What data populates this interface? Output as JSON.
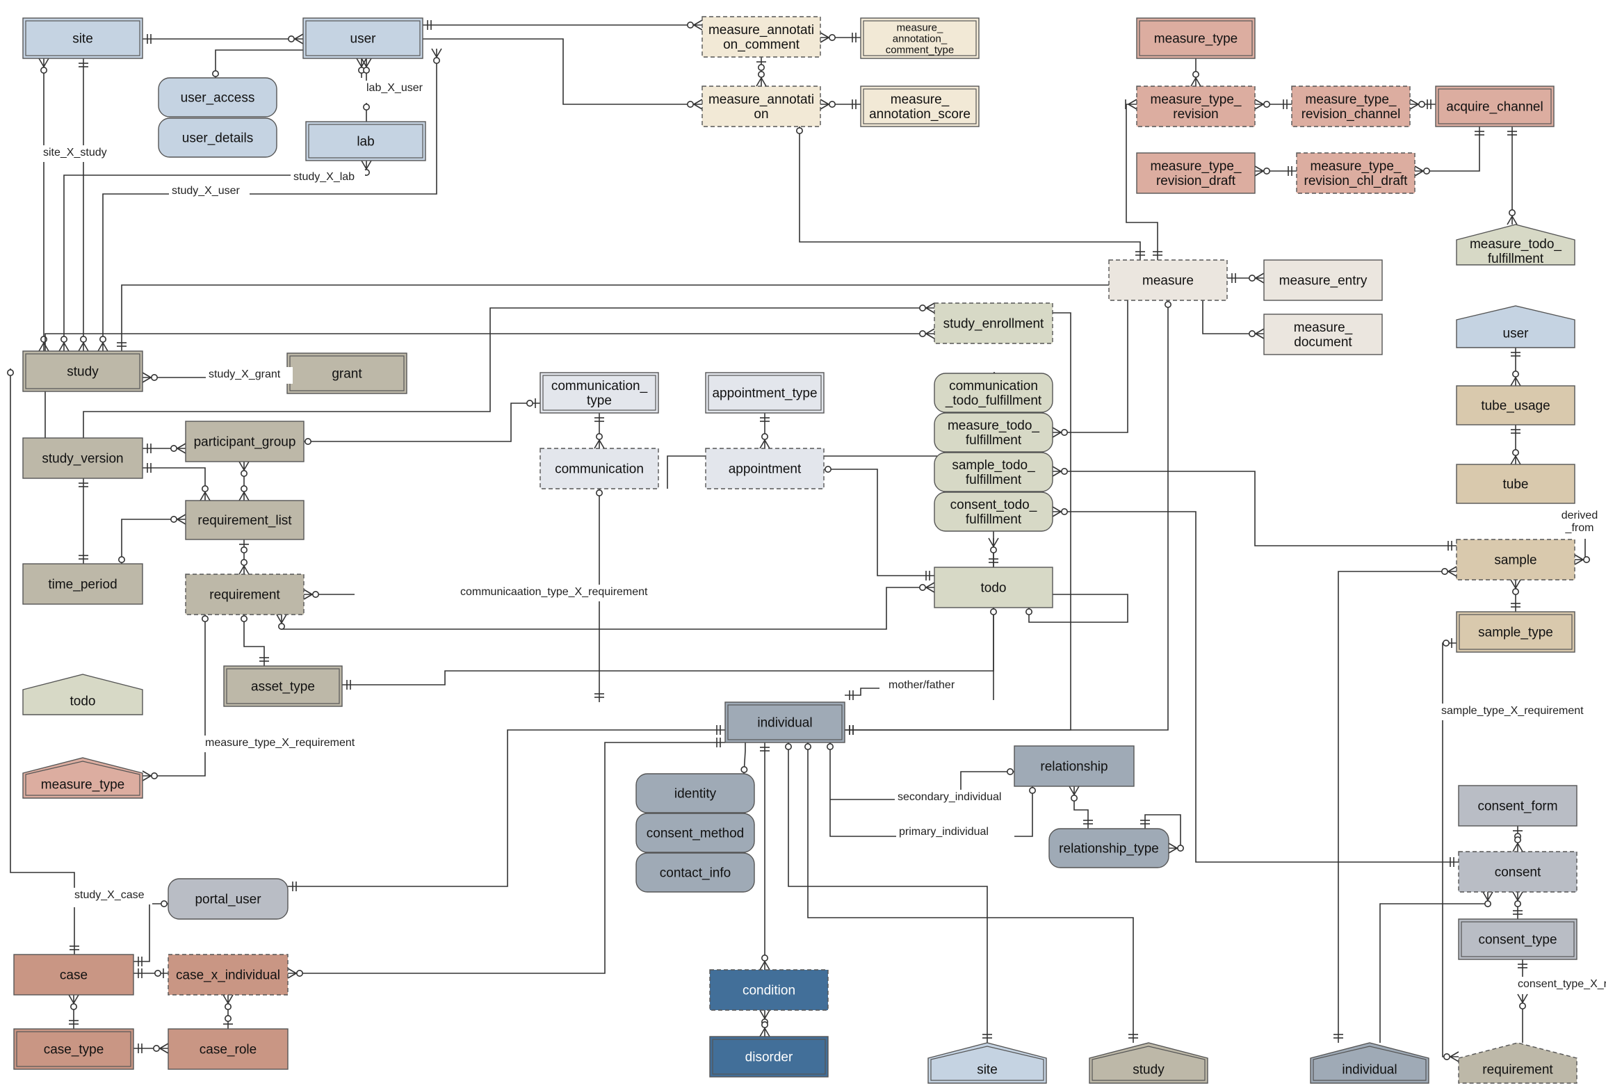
{
  "palette": {
    "site_user": "#c5d3e2",
    "study": "#bdb8a8",
    "ann": "#f2e9d6",
    "mtype": "#dcada0",
    "measure": "#ebe6df",
    "todo": "#d7d9c6",
    "comm": "#e3e6ec",
    "tube": "#d9c9ad",
    "indiv": "#9faab6",
    "consent": "#b9bdc5",
    "case": "#c99684",
    "cond": "#426f99",
    "line": "#333333"
  },
  "entities": [
    {
      "id": "site",
      "lines": [
        "site"
      ],
      "fill": "site_user",
      "style": "double"
    },
    {
      "id": "user",
      "lines": [
        "user"
      ],
      "fill": "site_user",
      "style": "double"
    },
    {
      "id": "user_access",
      "lines": [
        "user_access"
      ],
      "fill": "site_user",
      "style": "rounded"
    },
    {
      "id": "user_details",
      "lines": [
        "user_details"
      ],
      "fill": "site_user",
      "style": "rounded"
    },
    {
      "id": "lab",
      "lines": [
        "lab"
      ],
      "fill": "site_user",
      "style": "double"
    },
    {
      "id": "measure_annotation_comment",
      "lines": [
        "measure_annotati",
        "on_comment"
      ],
      "fill": "ann",
      "style": "dashed"
    },
    {
      "id": "measure_annotation_comment_type",
      "lines": [
        "measure_",
        "annotation_",
        "comment_type"
      ],
      "fill": "ann",
      "style": "double",
      "small": true
    },
    {
      "id": "measure_annotation",
      "lines": [
        "measure_annotati",
        "on"
      ],
      "fill": "ann",
      "style": "dashed"
    },
    {
      "id": "measure_annotation_score",
      "lines": [
        "measure_",
        "annotation_score"
      ],
      "fill": "ann",
      "style": "double"
    },
    {
      "id": "measure_type_top",
      "lines": [
        "measure_type"
      ],
      "fill": "mtype",
      "style": "double"
    },
    {
      "id": "measure_type_revision",
      "lines": [
        "measure_type_",
        "revision"
      ],
      "fill": "mtype",
      "style": "dashed"
    },
    {
      "id": "measure_type_revision_channel",
      "lines": [
        "measure_type_",
        "revision_channel"
      ],
      "fill": "mtype",
      "style": "dashed"
    },
    {
      "id": "acquire_channel",
      "lines": [
        "acquire_channel"
      ],
      "fill": "mtype",
      "style": "double"
    },
    {
      "id": "measure_type_revision_draft",
      "lines": [
        "measure_type_",
        "revision_draft"
      ],
      "fill": "mtype",
      "style": "plain"
    },
    {
      "id": "measure_type_revision_chl_draft",
      "lines": [
        "measure_type_",
        "revision_chl_draft"
      ],
      "fill": "mtype",
      "style": "dashed"
    },
    {
      "id": "measure_todo_fulfillment_ref",
      "lines": [
        "measure_todo_",
        "fulfillment"
      ],
      "fill": "todo",
      "style": "ref_up"
    },
    {
      "id": "measure",
      "lines": [
        "measure"
      ],
      "fill": "measure",
      "style": "dashed"
    },
    {
      "id": "measure_entry",
      "lines": [
        "measure_entry"
      ],
      "fill": "measure",
      "style": "plain"
    },
    {
      "id": "measure_document",
      "lines": [
        "measure_",
        "document"
      ],
      "fill": "measure",
      "style": "plain"
    },
    {
      "id": "user_ref",
      "lines": [
        "user"
      ],
      "fill": "site_user",
      "style": "ref_down"
    },
    {
      "id": "tube_usage",
      "lines": [
        "tube_usage"
      ],
      "fill": "tube",
      "style": "plain"
    },
    {
      "id": "tube",
      "lines": [
        "tube"
      ],
      "fill": "tube",
      "style": "plain"
    },
    {
      "id": "sample",
      "lines": [
        "sample"
      ],
      "fill": "tube",
      "style": "dashed"
    },
    {
      "id": "sample_type",
      "lines": [
        "sample_type"
      ],
      "fill": "tube",
      "style": "double"
    },
    {
      "id": "study",
      "lines": [
        "study"
      ],
      "fill": "study",
      "style": "double"
    },
    {
      "id": "grant",
      "lines": [
        "grant"
      ],
      "fill": "study",
      "style": "double"
    },
    {
      "id": "study_enrollment",
      "lines": [
        "study_enrollment"
      ],
      "fill": "todo",
      "style": "dashed"
    },
    {
      "id": "communication_type",
      "lines": [
        "communication_",
        "type"
      ],
      "fill": "comm",
      "style": "double"
    },
    {
      "id": "appointment_type",
      "lines": [
        "appointment_type"
      ],
      "fill": "comm",
      "style": "double"
    },
    {
      "id": "communication_todo_fulfillment",
      "lines": [
        "communication",
        "_todo_fulfillment"
      ],
      "fill": "todo",
      "style": "rounded"
    },
    {
      "id": "measure_todo_fulfillment",
      "lines": [
        "measure_todo_",
        "fulfillment"
      ],
      "fill": "todo",
      "style": "rounded"
    },
    {
      "id": "sample_todo_fulfillment",
      "lines": [
        "sample_todo_",
        "fulfillment"
      ],
      "fill": "todo",
      "style": "rounded"
    },
    {
      "id": "consent_todo_fulfillment",
      "lines": [
        "consent_todo_",
        "fulfillment"
      ],
      "fill": "todo",
      "style": "rounded"
    },
    {
      "id": "study_version",
      "lines": [
        "study_version"
      ],
      "fill": "study",
      "style": "plain"
    },
    {
      "id": "participant_group",
      "lines": [
        "participant_group"
      ],
      "fill": "study",
      "style": "plain"
    },
    {
      "id": "communication",
      "lines": [
        "communication"
      ],
      "fill": "comm",
      "style": "dashed"
    },
    {
      "id": "appointment",
      "lines": [
        "appointment"
      ],
      "fill": "comm",
      "style": "dashed"
    },
    {
      "id": "requirement_list",
      "lines": [
        "requirement_list"
      ],
      "fill": "study",
      "style": "plain"
    },
    {
      "id": "time_period",
      "lines": [
        "time_period"
      ],
      "fill": "study",
      "style": "plain"
    },
    {
      "id": "requirement",
      "lines": [
        "requirement"
      ],
      "fill": "study",
      "style": "dashed"
    },
    {
      "id": "todo",
      "lines": [
        "todo"
      ],
      "fill": "todo",
      "style": "plain"
    },
    {
      "id": "asset_type",
      "lines": [
        "asset_type"
      ],
      "fill": "study",
      "style": "double"
    },
    {
      "id": "todo_ref",
      "lines": [
        "todo"
      ],
      "fill": "todo",
      "style": "ref_up"
    },
    {
      "id": "individual",
      "lines": [
        "individual"
      ],
      "fill": "indiv",
      "style": "double"
    },
    {
      "id": "measure_type_ref",
      "lines": [
        "measure_type"
      ],
      "fill": "mtype",
      "style": "ref_up_double"
    },
    {
      "id": "relationship",
      "lines": [
        "relationship"
      ],
      "fill": "indiv",
      "style": "plain"
    },
    {
      "id": "identity",
      "lines": [
        "identity"
      ],
      "fill": "indiv",
      "style": "rounded"
    },
    {
      "id": "consent_method",
      "lines": [
        "consent_method"
      ],
      "fill": "indiv",
      "style": "rounded"
    },
    {
      "id": "contact_info",
      "lines": [
        "contact_info"
      ],
      "fill": "indiv",
      "style": "rounded"
    },
    {
      "id": "relationship_type",
      "lines": [
        "relationship_type"
      ],
      "fill": "indiv",
      "style": "rounded"
    },
    {
      "id": "consent_form",
      "lines": [
        "consent_form"
      ],
      "fill": "consent",
      "style": "plain"
    },
    {
      "id": "consent",
      "lines": [
        "consent"
      ],
      "fill": "consent",
      "style": "dashed"
    },
    {
      "id": "portal_user",
      "lines": [
        "portal_user"
      ],
      "fill": "consent",
      "style": "rounded"
    },
    {
      "id": "consent_type",
      "lines": [
        "consent_type"
      ],
      "fill": "consent",
      "style": "double"
    },
    {
      "id": "case",
      "lines": [
        "case"
      ],
      "fill": "case",
      "style": "plain"
    },
    {
      "id": "case_x_individual",
      "lines": [
        "case_x_individual"
      ],
      "fill": "case",
      "style": "dashed"
    },
    {
      "id": "condition",
      "lines": [
        "condition"
      ],
      "fill": "cond",
      "style": "dashed",
      "light": true
    },
    {
      "id": "case_type",
      "lines": [
        "case_type"
      ],
      "fill": "case",
      "style": "double"
    },
    {
      "id": "case_role",
      "lines": [
        "case_role"
      ],
      "fill": "case",
      "style": "plain"
    },
    {
      "id": "disorder",
      "lines": [
        "disorder"
      ],
      "fill": "cond",
      "style": "double",
      "light": true
    },
    {
      "id": "site_ref",
      "lines": [
        "site"
      ],
      "fill": "site_user",
      "style": "ref_up_double"
    },
    {
      "id": "study_ref",
      "lines": [
        "study"
      ],
      "fill": "study",
      "style": "ref_up_double"
    },
    {
      "id": "individual_ref",
      "lines": [
        "individual"
      ],
      "fill": "indiv",
      "style": "ref_up_double"
    },
    {
      "id": "requirement_ref",
      "lines": [
        "requirement"
      ],
      "fill": "study",
      "style": "ref_up_dashed"
    }
  ],
  "link_labels": [
    {
      "id": "site_x_study",
      "text": "site_X_study"
    },
    {
      "id": "lab_x_user",
      "text": "lab_X_user"
    },
    {
      "id": "study_x_lab",
      "text": "study_X_lab"
    },
    {
      "id": "study_x_user",
      "text": "study_X_user"
    },
    {
      "id": "study_x_grant",
      "text": "study_X_grant"
    },
    {
      "id": "comm_type_x_req",
      "text": "communicaation_type_X_requirement"
    },
    {
      "id": "mother_father",
      "text": "mother/father"
    },
    {
      "id": "measure_type_x_req",
      "text": "measure_type_X_requirement"
    },
    {
      "id": "secondary_individual",
      "text": "secondary_individual"
    },
    {
      "id": "primary_individual",
      "text": "primary_individual"
    },
    {
      "id": "study_x_case",
      "text": "study_X_case"
    },
    {
      "id": "sample_type_x_req",
      "text": "sample_type_X_requirement"
    },
    {
      "id": "consent_type_x_req",
      "text": "consent_type_X_requirement"
    },
    {
      "id": "derived_from",
      "lines": [
        "derived",
        "_from"
      ]
    }
  ]
}
